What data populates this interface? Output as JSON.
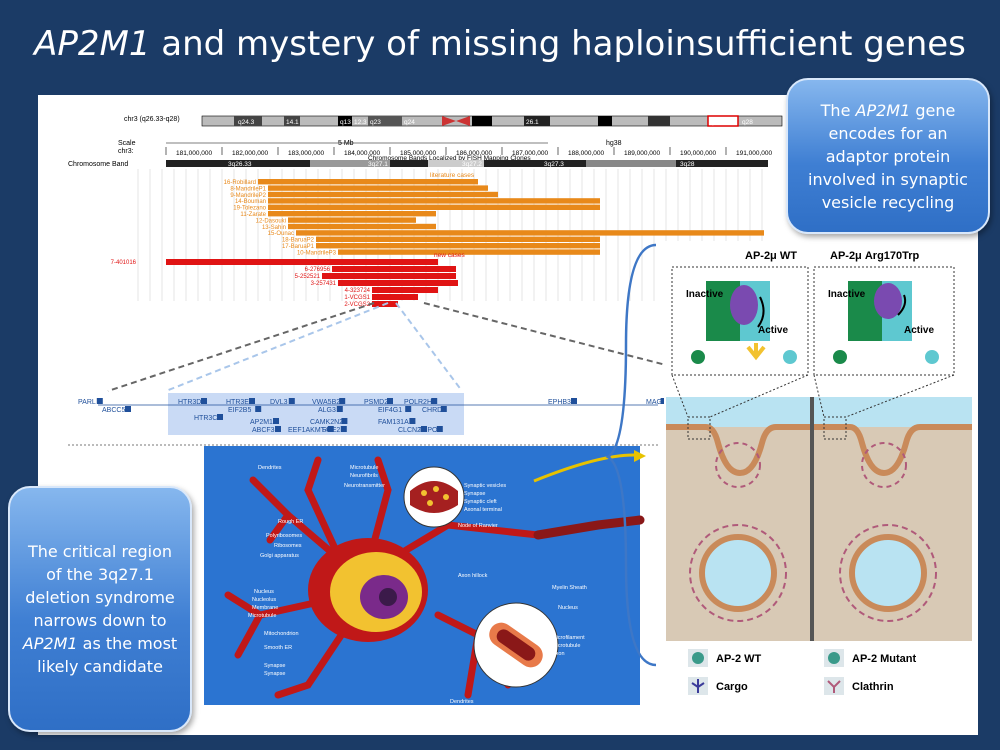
{
  "slide": {
    "title_gene": "AP2M1",
    "title_rest": " and mystery of missing haploinsufficient genes"
  },
  "callouts": {
    "right": {
      "pre": "The ",
      "gene": "AP2M1",
      "post": " gene encodes for an adaptor protein involved in synaptic vesicle recycling"
    },
    "left": {
      "pre": "The critical region of the 3q27.1 deletion syndrome narrows down to ",
      "gene": "AP2M1",
      "post": " as the most likely candidate"
    }
  },
  "browser": {
    "chrom_label": "chr3 (q26.33-q28)",
    "bands": [
      "q24.3",
      "14.1",
      "q13",
      "12.3",
      "q23",
      "q24",
      "26.1",
      "q27.3",
      "q28"
    ],
    "scale_label": "Scale",
    "scale_value": "5 Mb",
    "assembly": "hg38",
    "chr_label": "chr3:",
    "positions": [
      "181,000,000",
      "182,000,000",
      "183,000,000",
      "184,000,000",
      "185,000,000",
      "186,000,000",
      "187,000,000",
      "188,000,000",
      "189,000,000",
      "190,000,000",
      "191,000,000"
    ],
    "band_track_title": "Chromosome Bands Localized by FISH Mapping Clones",
    "chromosome_band_label": "Chromosome Band",
    "band_names": [
      "3q26.33",
      "3q27.1",
      "3q27.2",
      "3q27.3",
      "3q28"
    ],
    "literature_label": "literature cases",
    "literature_cases": [
      "16-Robillard",
      "8-MandrileP1",
      "9-MandrileP2",
      "14-Bouman",
      "19-Tolezano",
      "11-Zarate",
      "12-Dasouki",
      "13-Sahin",
      "15-Ounac",
      "18-BaruaP2",
      "17-BaruaP1",
      "10-MandrileP3"
    ],
    "new_label": "new cases",
    "new_cases": [
      "7-401016",
      "6-276956",
      "5-252521",
      "3-257431",
      "4-323724",
      "1-VCGS1",
      "2-VCGS2"
    ]
  },
  "genes": {
    "labels": [
      "PARL",
      "ABCC5",
      "HTR3D",
      "HTR3C",
      "HTR3E",
      "EIF2B5",
      "DVL3",
      "AP2M1",
      "ABCF3",
      "VWA5B2",
      "ALG3",
      "CAMK2N2",
      "ECE2",
      "EEF1AKMT4",
      "PSMD2",
      "EIF4G1",
      "FAM131A",
      "CLCN2",
      "POLR2H",
      "CHRD",
      "THPO",
      "EPHB3",
      "MAG"
    ]
  },
  "neuron": {
    "labels": [
      "Dendrites",
      "Microtubule",
      "Neurofibrils",
      "Neurotransmitter",
      "Rough ER",
      "Polyribosomes",
      "Ribosomes",
      "Golgi apparatus",
      "Nucleus",
      "Nucleolus",
      "Membrane",
      "Microtubule",
      "Mitochondrion",
      "Smooth ER",
      "Synapse",
      "Synapse",
      "Synaptic vesicles",
      "Synapse",
      "Synaptic cleft",
      "Axonal terminal",
      "Node of Ranvier",
      "Axon hillock",
      "Myelin Sheath",
      "Nucleus",
      "Microfilament",
      "Microtubule",
      "Axon",
      "Dendrites"
    ]
  },
  "ap2": {
    "wt_title": "AP-2μ WT",
    "mut_title": "AP-2μ Arg170Trp",
    "inactive": "Inactive",
    "active": "Active",
    "legend": [
      "AP-2 WT",
      "AP-2 Mutant",
      "Cargo",
      "Clathrin"
    ]
  },
  "colors": {
    "background": "#1b3b66",
    "literature_bar": "#e8891a",
    "new_case_bar": "#e01414",
    "callout": "#3f7fd3",
    "gene_highlight": "#c9daf5",
    "membrane": "#c98a5a",
    "clathrin": "#b05a7a"
  }
}
